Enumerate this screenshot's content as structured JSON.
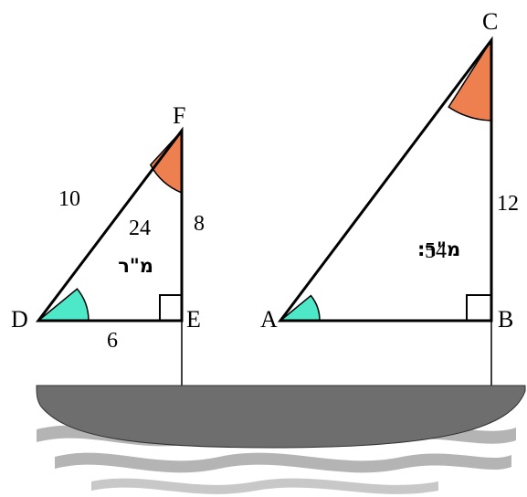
{
  "small_triangle": {
    "vertices": {
      "top": "F",
      "right_angle": "E",
      "left": "D"
    },
    "sides": {
      "hypotenuse": "10",
      "vertical": "8",
      "base": "6"
    },
    "area": {
      "value": "24",
      "unit": "מ\"ר"
    }
  },
  "large_triangle": {
    "vertices": {
      "top": "C",
      "right_angle": "B",
      "left": "A"
    },
    "sides": {
      "vertical": "12"
    },
    "area": {
      "value": "54",
      "unit": "מ\"ר:"
    }
  },
  "colors": {
    "angle_bottom": "#4de8c8",
    "angle_top": "#ee8050",
    "hull": "#6e6e6e",
    "waves": "#b4b4b4",
    "lines": "#000000"
  }
}
